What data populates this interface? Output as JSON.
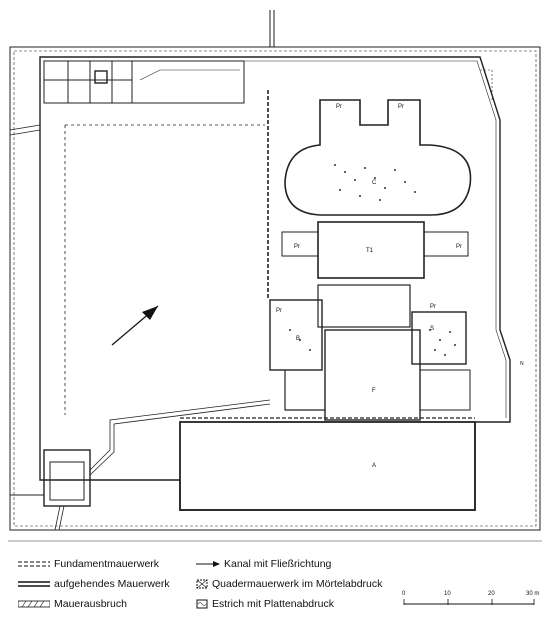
{
  "plan": {
    "room_labels": [
      "A",
      "F",
      "C",
      "T1",
      "Pr",
      "Pr",
      "Pr",
      "Pr",
      "Pr",
      "Pr",
      "B",
      "S"
    ],
    "north_arrow": "N"
  },
  "legend": {
    "items": [
      {
        "symbol": "dashed-double-line",
        "label": "Fundamentmauerwerk"
      },
      {
        "symbol": "solid-double-line",
        "label": "aufgehendes Mauerwerk"
      },
      {
        "symbol": "hatched-band",
        "label": "Mauerausbruch"
      },
      {
        "symbol": "arrow-line",
        "label": "Kanal mit Fließrichtung"
      },
      {
        "symbol": "ashlar-cross",
        "label": "Quadermauerwerk im Mörtelabdruck"
      },
      {
        "symbol": "slab-print",
        "label": "Estrich mit Plattenabdruck"
      }
    ]
  },
  "scale": {
    "ticks": [
      "0",
      "10",
      "20",
      "30 m"
    ]
  }
}
